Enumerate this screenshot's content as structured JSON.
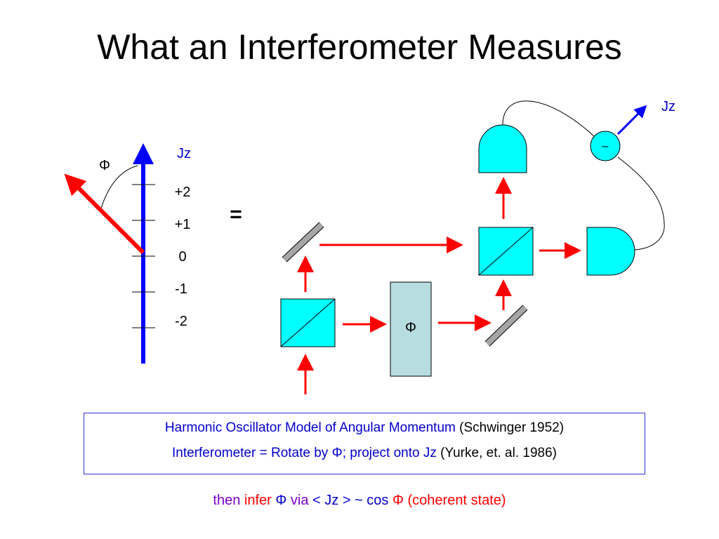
{
  "title": "What an Interferometer Measures",
  "left_diagram": {
    "axis_label": "Jz",
    "angle_label": "Φ",
    "ticks": [
      "+2",
      "+1",
      "0",
      "-1",
      "-2"
    ]
  },
  "equals": "=",
  "interferometer": {
    "phase_label": "Φ",
    "output_label": "Jz",
    "subtract_symbol": "–"
  },
  "caption": {
    "line1_blue": "Harmonic Oscillator Model of Angular Momentum",
    "line1_ref": "(Schwinger 1952)",
    "line2_blue": "Interferometer = Rotate by Φ; project onto Jz",
    "line2_ref": "(Yurke, et. al. 1986)"
  },
  "footer": {
    "w1": "then",
    "w2": "infer",
    "w3": "Φ",
    "w4": "via",
    "w5": "< Jz > ~ cos",
    "w6": "Φ",
    "w7": "(coherent state)"
  },
  "colors": {
    "blue": "#0000cc",
    "red": "#ff0000",
    "cyan": "#00ffff",
    "phase_box": "#b7dde0",
    "mirror": "#a6a6a6",
    "footer_purple": "#7a00cc"
  }
}
